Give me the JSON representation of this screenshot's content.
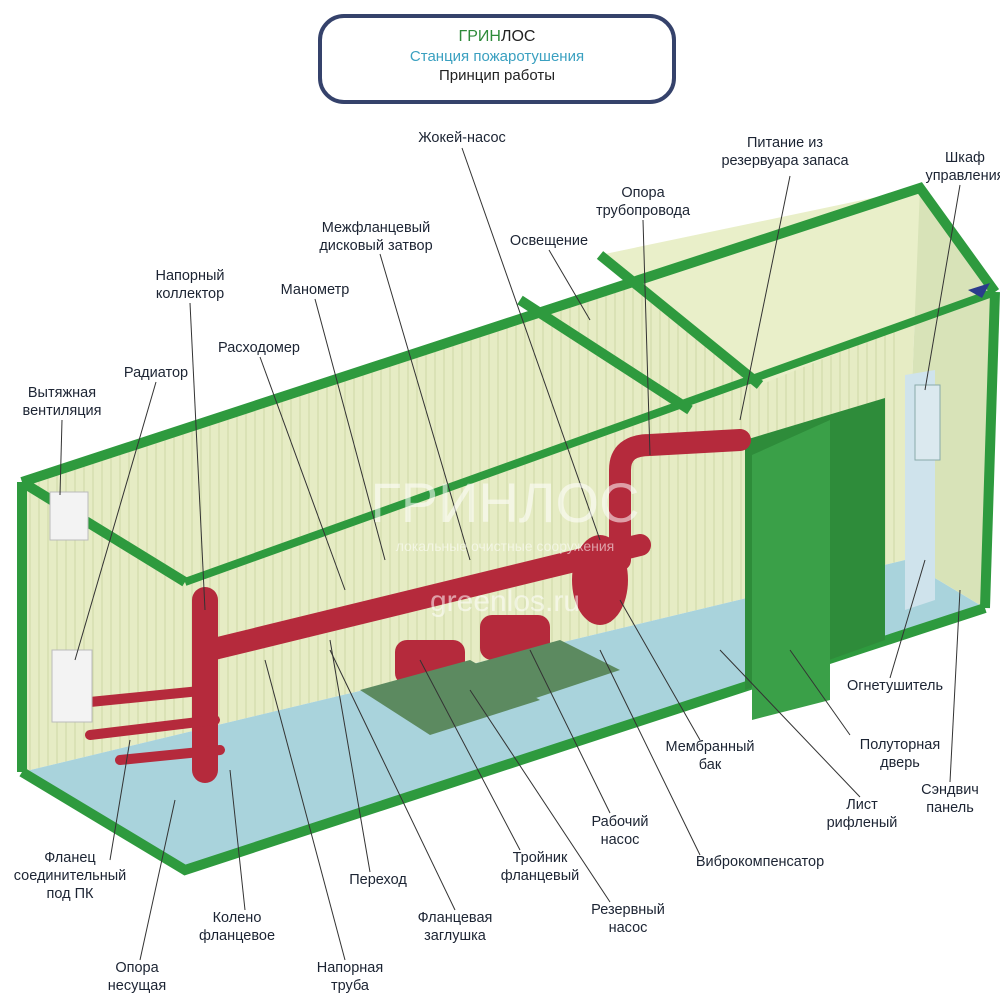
{
  "title": {
    "brand_green": "ГРИН",
    "brand_dark": "ЛОС",
    "subtitle": "Станция пожаротушения",
    "heading": "Принцип работы"
  },
  "watermark": {
    "brand": "ГРИНЛОС",
    "tagline": "локальные очистные сооружения",
    "site": "greenlos.ru"
  },
  "colors": {
    "frame": "#2e9a3e",
    "wall": "#e6ecc4",
    "floor": "#a9d3dc",
    "pipe": "#b52a3c",
    "border": "#35426b"
  },
  "labels": [
    {
      "id": "jockey-pump",
      "lines": [
        "Жокей-насос"
      ]
    },
    {
      "id": "supply-reservoir",
      "lines": [
        "Питание из",
        "резервуара запаса"
      ]
    },
    {
      "id": "control-cabinet",
      "lines": [
        "Шкаф",
        "управления"
      ]
    },
    {
      "id": "pipe-support",
      "lines": [
        "Опора",
        "трубопровода"
      ]
    },
    {
      "id": "butterfly-valve",
      "lines": [
        "Межфланцевый",
        "дисковый затвор"
      ]
    },
    {
      "id": "lighting",
      "lines": [
        "Освещение"
      ]
    },
    {
      "id": "pressure-manifold",
      "lines": [
        "Напорный",
        "коллектор"
      ]
    },
    {
      "id": "manometer",
      "lines": [
        "Манометр"
      ]
    },
    {
      "id": "flowmeter",
      "lines": [
        "Расходомер"
      ]
    },
    {
      "id": "radiator",
      "lines": [
        "Радиатор"
      ]
    },
    {
      "id": "exhaust-vent",
      "lines": [
        "Вытяжная",
        "вентиляция"
      ]
    },
    {
      "id": "extinguisher",
      "lines": [
        "Огнетушитель"
      ]
    },
    {
      "id": "membrane-tank",
      "lines": [
        "Мембранный",
        "бак"
      ]
    },
    {
      "id": "double-door",
      "lines": [
        "Полуторная",
        "дверь"
      ]
    },
    {
      "id": "sandwich-panel",
      "lines": [
        "Сэндвич",
        "панель"
      ]
    },
    {
      "id": "checker-plate",
      "lines": [
        "Лист",
        "рифленый"
      ]
    },
    {
      "id": "working-pump",
      "lines": [
        "Рабочий",
        "насос"
      ]
    },
    {
      "id": "vibration-compensator",
      "lines": [
        "Виброкомпенсатор"
      ]
    },
    {
      "id": "flanged-tee",
      "lines": [
        "Тройник",
        "фланцевый"
      ]
    },
    {
      "id": "hydrant-flange",
      "lines": [
        "Фланец",
        "соединительный",
        "под ПК"
      ]
    },
    {
      "id": "reducer",
      "lines": [
        "Переход"
      ]
    },
    {
      "id": "standby-pump",
      "lines": [
        "Резервный",
        "насос"
      ]
    },
    {
      "id": "flanged-elbow",
      "lines": [
        "Колено",
        "фланцевое"
      ]
    },
    {
      "id": "blind-flange",
      "lines": [
        "Фланцевая",
        "заглушка"
      ]
    },
    {
      "id": "bearing-support",
      "lines": [
        "Опора",
        "несущая"
      ]
    },
    {
      "id": "pressure-pipe",
      "lines": [
        "Напорная",
        "труба"
      ]
    }
  ]
}
